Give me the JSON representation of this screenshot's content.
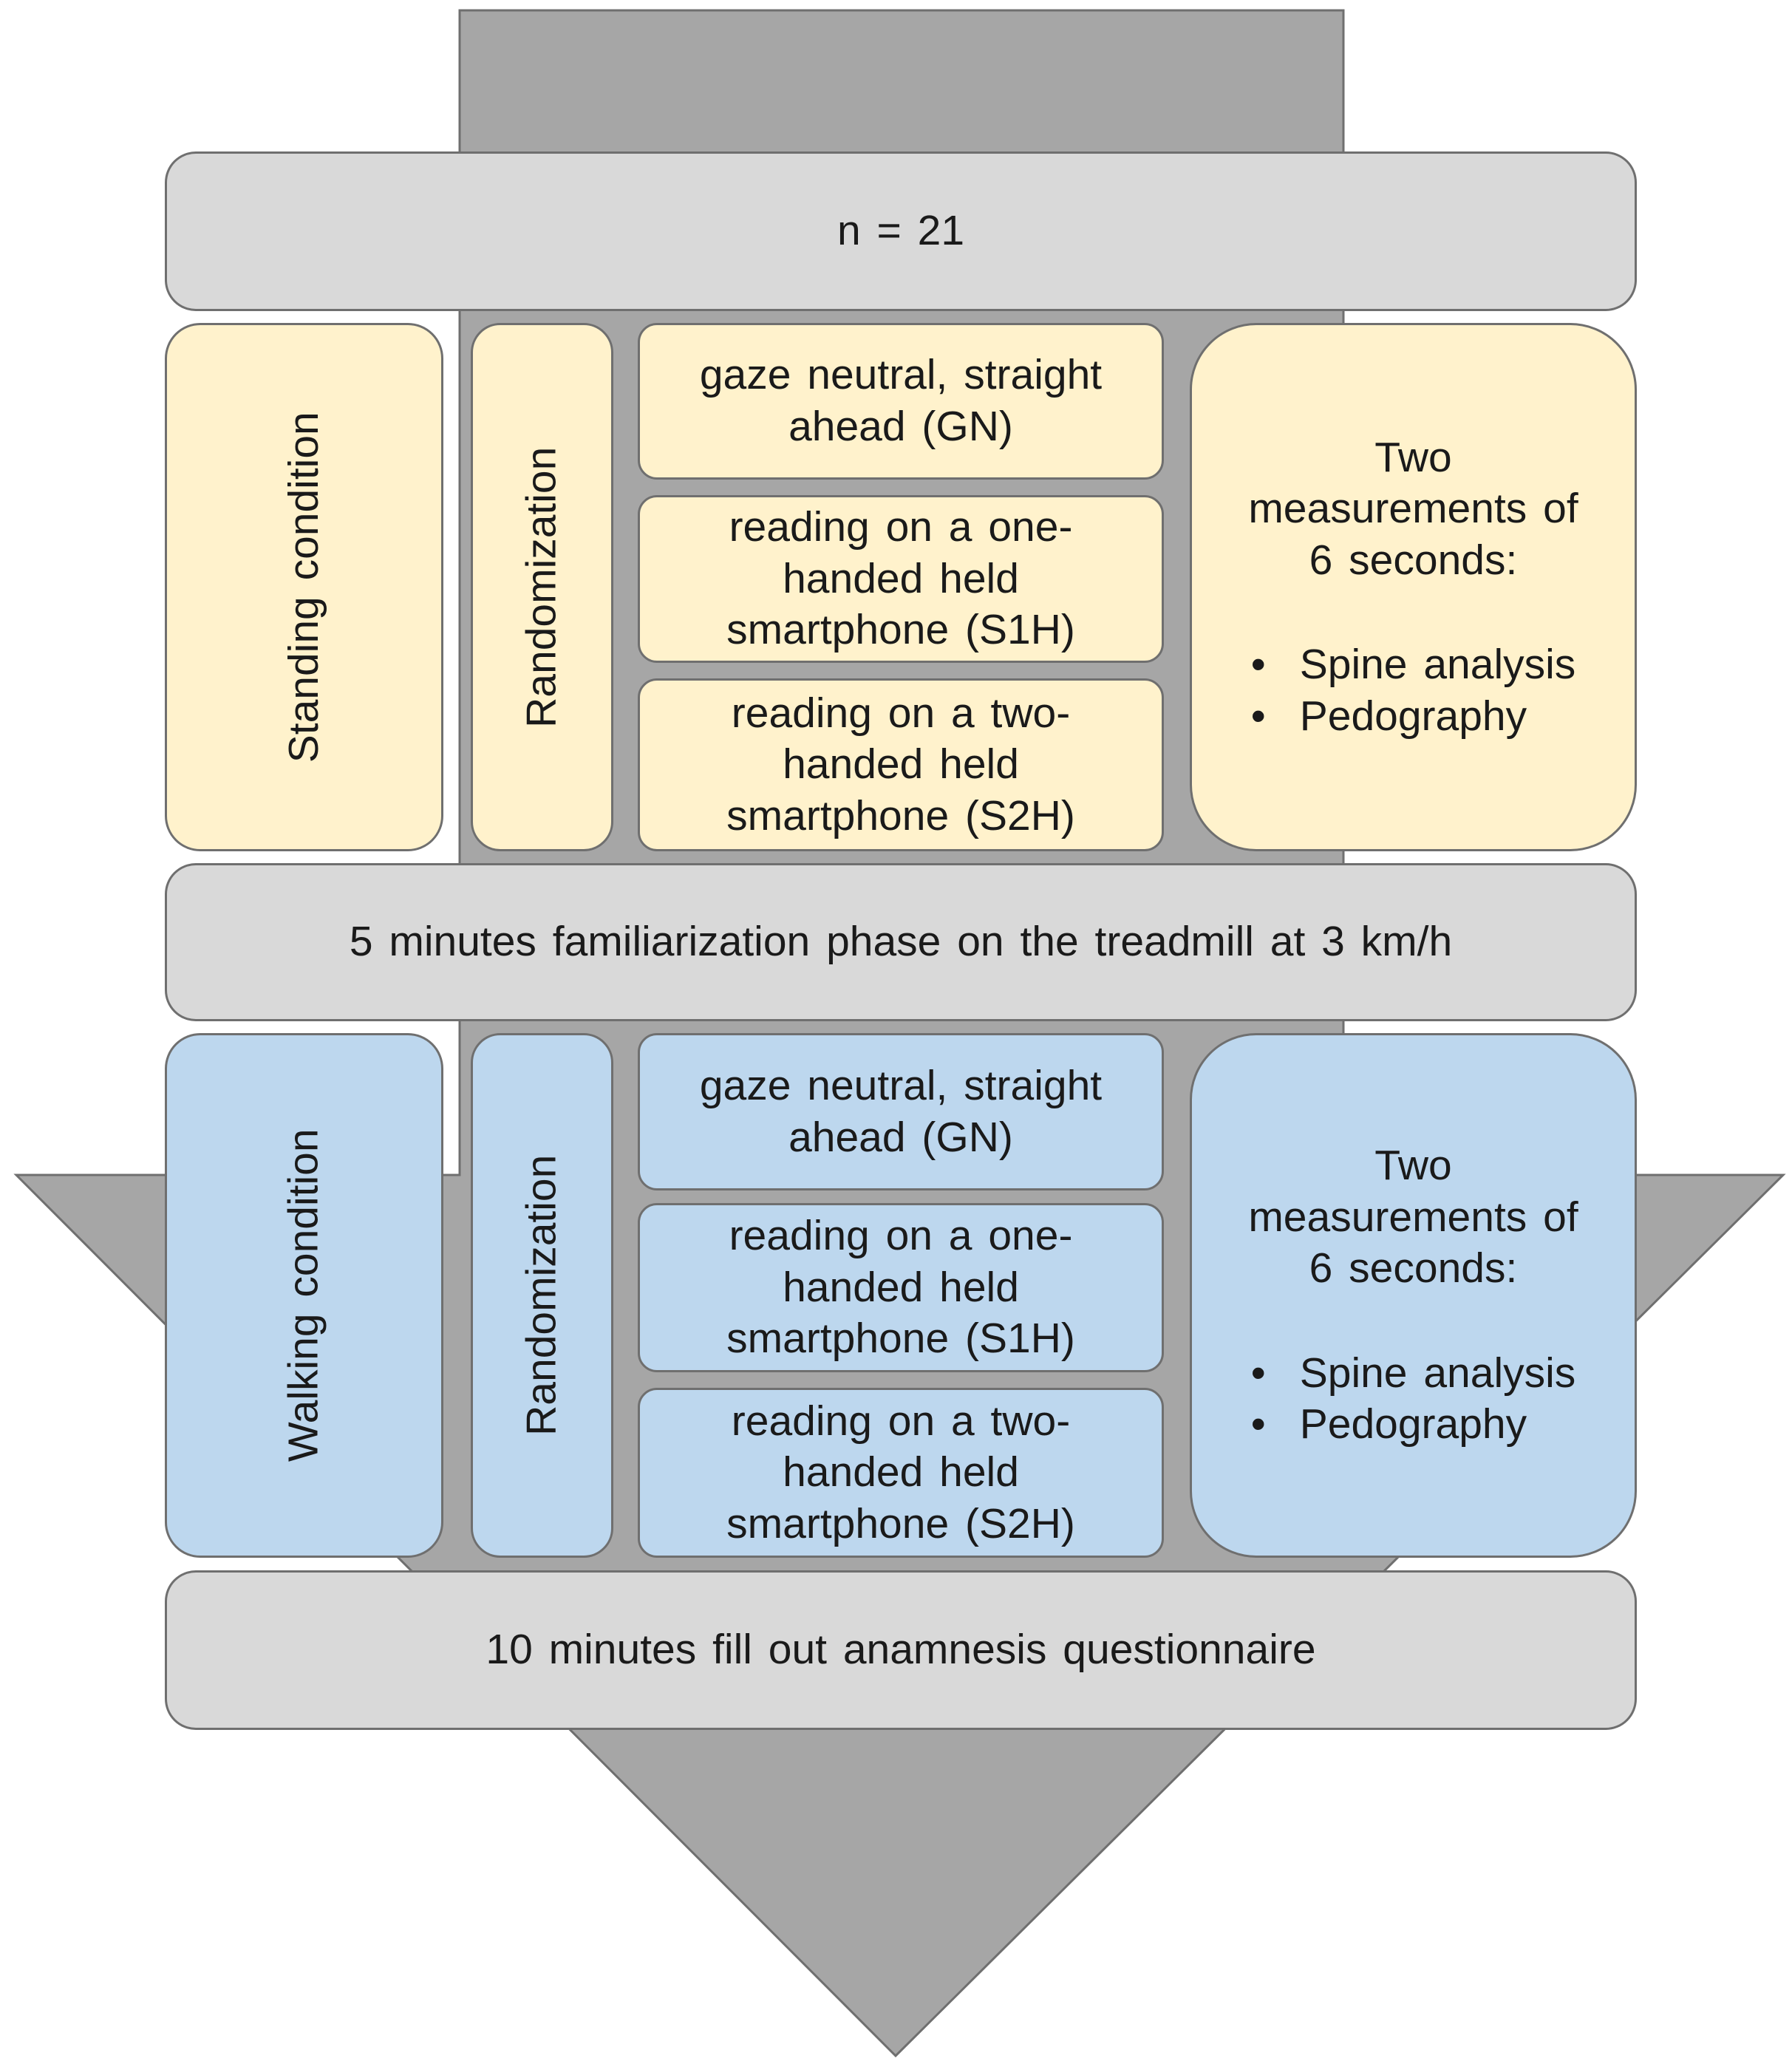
{
  "diagram": {
    "arrow_color": "#a6a6a6",
    "colors": {
      "gray_box": "#d9d9d9",
      "standing": "#fff2cc",
      "walking": "#bdd7ee",
      "border": "#6f6f6f"
    },
    "sample": {
      "label": "n = 21"
    },
    "standing": {
      "condition_label": "Standing condition",
      "randomization_label": "Randomization",
      "tasks": [
        {
          "lines": [
            "gaze neutral, straight",
            "ahead (GN)"
          ]
        },
        {
          "lines": [
            "reading on a one-",
            "handed held",
            "smartphone (S1H)"
          ]
        },
        {
          "lines": [
            "reading on a two-",
            "handed held",
            "smartphone (S2H)"
          ]
        }
      ],
      "measurement": {
        "lines": [
          "Two",
          "measurements of",
          "6 seconds:"
        ],
        "bullets": [
          "Spine analysis",
          "Pedography"
        ]
      }
    },
    "familiarization": {
      "label": "5 minutes familiarization phase on the treadmill at 3 km/h"
    },
    "walking": {
      "condition_label": "Walking condition",
      "randomization_label": "Randomization",
      "tasks": [
        {
          "lines": [
            "gaze neutral, straight",
            "ahead (GN)"
          ]
        },
        {
          "lines": [
            "reading on a one-",
            "handed held",
            "smartphone (S1H)"
          ]
        },
        {
          "lines": [
            "reading on a two-",
            "handed held",
            "smartphone (S2H)"
          ]
        }
      ],
      "measurement": {
        "lines": [
          "Two",
          "measurements of",
          "6 seconds:"
        ],
        "bullets": [
          "Spine analysis",
          "Pedography"
        ]
      }
    },
    "questionnaire": {
      "label": "10 minutes fill out anamnesis questionnaire"
    }
  }
}
